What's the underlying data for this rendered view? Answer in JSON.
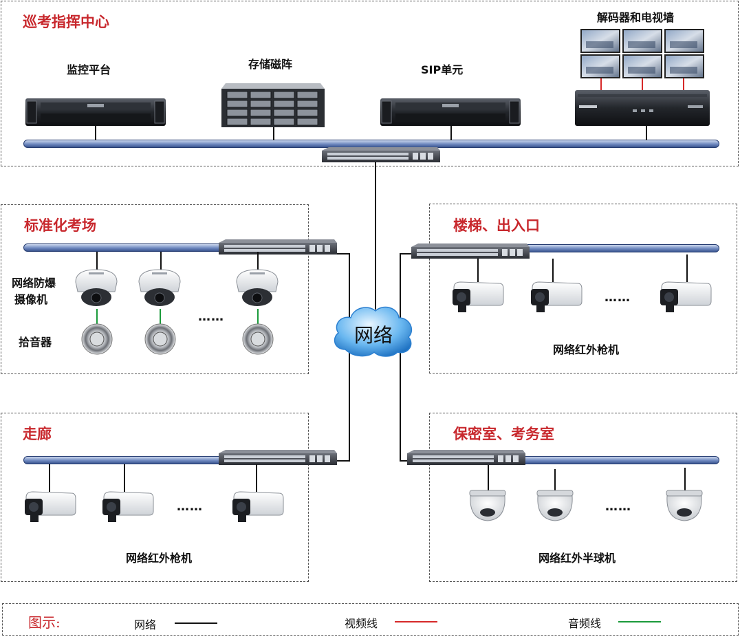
{
  "command_center": {
    "title": "巡考指挥中心",
    "devices": {
      "monitor_platform": "监控平台",
      "storage_array": "存储磁阵",
      "sip_unit": "SIP单元",
      "decoder_tv_wall": "解码器和电视墙"
    }
  },
  "exam_room": {
    "title": "标准化考场",
    "camera_label": "网络防爆\n摄像机",
    "camera_label_line1": "网络防爆",
    "camera_label_line2": "摄像机",
    "mic_label": "拾音器",
    "ellipsis": "……"
  },
  "stairs": {
    "title": "楼梯、出入口",
    "device_label": "网络红外枪机",
    "ellipsis": "……"
  },
  "corridor": {
    "title": "走廊",
    "device_label": "网络红外枪机",
    "ellipsis": "……"
  },
  "secret_room": {
    "title": "保密室、考务室",
    "device_label": "网络红外半球机",
    "ellipsis": "……"
  },
  "network": {
    "label": "网络"
  },
  "legend": {
    "title": "图示:",
    "items": [
      {
        "label": "网络",
        "color": "#111111"
      },
      {
        "label": "视频线",
        "color": "#d62828"
      },
      {
        "label": "音频线",
        "color": "#1a9a3a"
      }
    ]
  }
}
